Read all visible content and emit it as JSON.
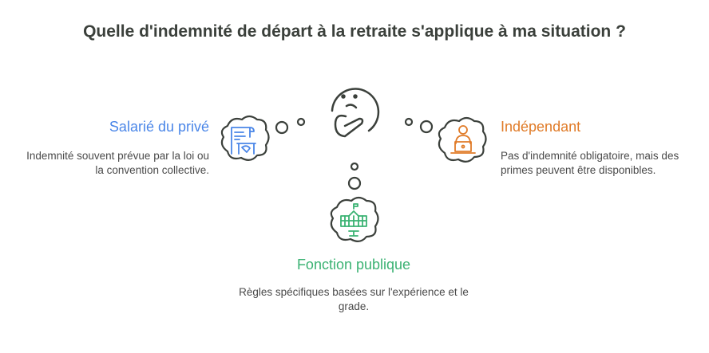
{
  "title": "Quelle d'indemnité de départ à la retraite s'applique à ma situation ?",
  "options": [
    {
      "heading": "Salarié du privé",
      "body": "Indemnité souvent prévue par la loi ou la convention collective.",
      "color": "#4a86e8",
      "icon": "contract-handshake-icon"
    },
    {
      "heading": "Indépendant",
      "body": "Pas d'indemnité obligatoire, mais des primes peuvent être disponibles.",
      "color": "#e07b28",
      "icon": "person-laptop-icon"
    },
    {
      "heading": "Fonction publique",
      "body": "Règles spécifiques basées sur l'expérience et le grade.",
      "color": "#3bb273",
      "icon": "government-building-icon"
    }
  ]
}
